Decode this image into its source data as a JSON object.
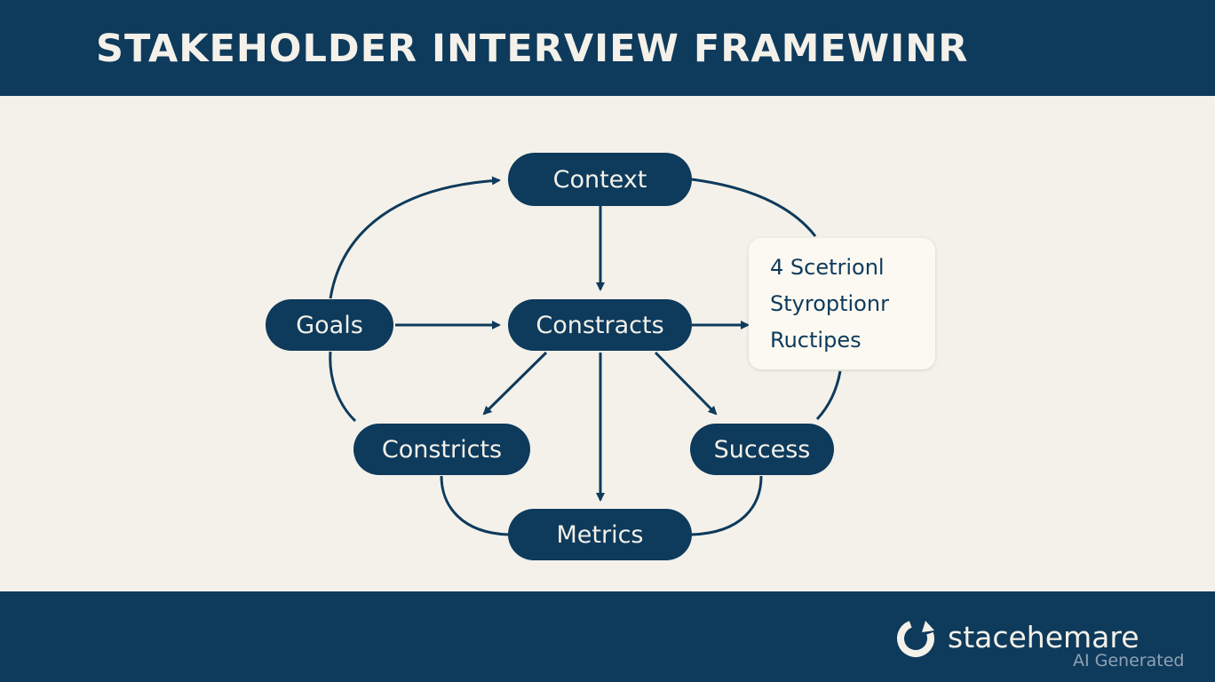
{
  "title": "STAKEHOLDER INTERVIEW FRAMEWINR",
  "nodes": {
    "context": "Context",
    "goals": "Goals",
    "constracts": "Constracts",
    "constricts": "Constricts",
    "success": "Success",
    "metrics": "Metrics"
  },
  "note": {
    "line1": "4 Scetrionl",
    "line2": "Styroptionr",
    "line3": "Ructipes"
  },
  "brand": {
    "name": "stacehemare",
    "icon": "refresh-logo-icon"
  },
  "watermark": "AI Generated",
  "colors": {
    "navy": "#0e3a5c",
    "background": "#f3f1e9",
    "card": "#fbf9f1"
  }
}
